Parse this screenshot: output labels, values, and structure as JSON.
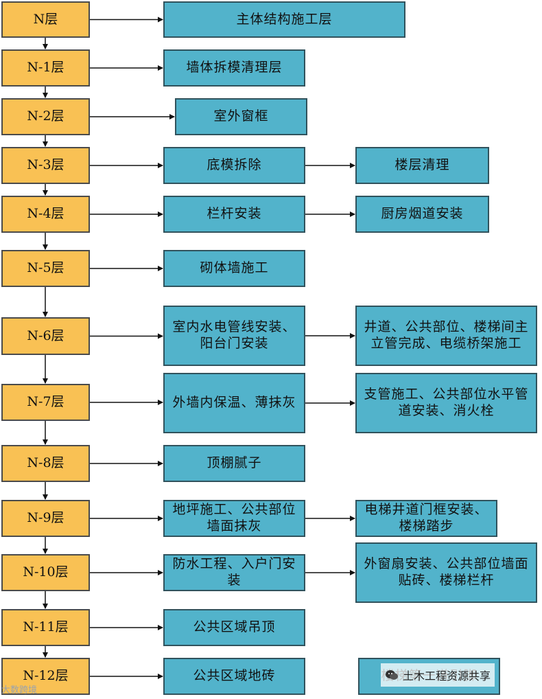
{
  "layers": [
    {
      "label": "N层"
    },
    {
      "label": "N-1层"
    },
    {
      "label": "N-2层"
    },
    {
      "label": "N-3层"
    },
    {
      "label": "N-4层"
    },
    {
      "label": "N-5层"
    },
    {
      "label": "N-6层"
    },
    {
      "label": "N-7层"
    },
    {
      "label": "N-8层"
    },
    {
      "label": "N-9层"
    },
    {
      "label": "N-10层"
    },
    {
      "label": "N-11层"
    },
    {
      "label": "N-12层"
    }
  ],
  "tasks": [
    {
      "label": "主体结构施工层"
    },
    {
      "label": "墙体拆模清理层"
    },
    {
      "label": "室外窗框"
    },
    {
      "label": "底模拆除"
    },
    {
      "label": "栏杆安装"
    },
    {
      "label": "砌体墙施工"
    },
    {
      "label": "室内水电管线安装、阳台门安装"
    },
    {
      "label": "外墙内保温、薄抹灰"
    },
    {
      "label": "顶棚腻子"
    },
    {
      "label": "地坪施工、公共部位墙面抹灰"
    },
    {
      "label": "防水工程、入户门安装"
    },
    {
      "label": "公共区域吊顶"
    },
    {
      "label": "公共区域地砖"
    }
  ],
  "followups": [
    {
      "label": "楼层清理"
    },
    {
      "label": "厨房烟道安装"
    },
    {
      "label": "井道、公共部位、楼梯间主立管完成、电缆桥架施工"
    },
    {
      "label": "支管施工、公共部位水平管道安装、消火栓"
    },
    {
      "label": "电梯井道门框安装、楼梯踏步"
    },
    {
      "label": "外窗扇安装、公共部位墙面贴砖、楼梯栏杆"
    },
    {
      "label": "楼梯第一道引脚"
    }
  ],
  "watermarks": {
    "left": "大数跨境",
    "right": "土木工程资源共享"
  },
  "colors": {
    "layer_fill": "#f9c154",
    "task_fill": "#52b3cb",
    "line": "#111111"
  }
}
